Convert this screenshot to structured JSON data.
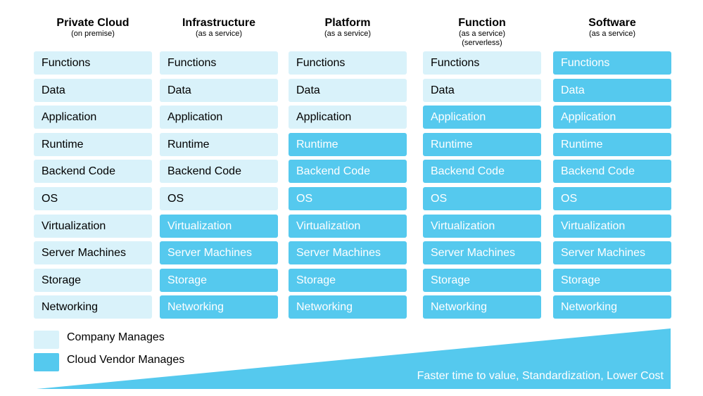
{
  "columns": [
    {
      "title": "Private Cloud",
      "subtitle": [
        "(on premise)"
      ],
      "vendor_from": 99
    },
    {
      "title": "Infrastructure",
      "subtitle": [
        "(as a service)"
      ],
      "vendor_from": 6
    },
    {
      "title": "Platform",
      "subtitle": [
        "(as a service)"
      ],
      "vendor_from": 3
    },
    {
      "title": "Function",
      "subtitle": [
        "(as a service)",
        "(serverless)"
      ],
      "vendor_from": 2
    },
    {
      "title": "Software",
      "subtitle": [
        "(as a service)"
      ],
      "vendor_from": 0
    }
  ],
  "layers": [
    "Functions",
    "Data",
    "Application",
    "Runtime",
    "Backend Code",
    "OS",
    "Virtualization",
    "Server Machines",
    "Storage",
    "Networking"
  ],
  "legend": {
    "company": "Company Manages",
    "vendor": "Cloud Vendor Manages"
  },
  "wedge_label": "Faster time to value, Standardization, Lower Cost",
  "colors": {
    "company": "#d9f2fa",
    "vendor": "#55c9ee",
    "wedge": "#55c9ee"
  }
}
